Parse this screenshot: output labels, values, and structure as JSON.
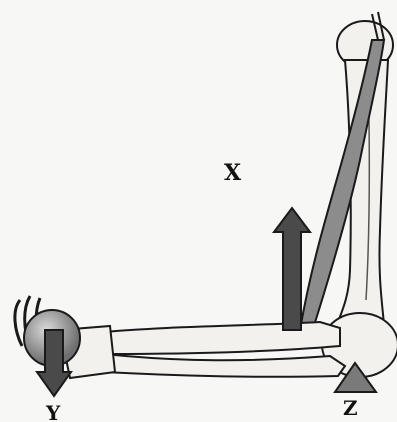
{
  "labels": {
    "x": "X",
    "y": "Y",
    "z": "Z"
  },
  "colors": {
    "bone_fill": "#f2f1ee",
    "outline": "#1a1a1a",
    "muscle": "#8c8c8c",
    "arrow": "#4a4a4a",
    "ball": "#9a9a9a",
    "fulcrum": "#7a7a7a"
  }
}
